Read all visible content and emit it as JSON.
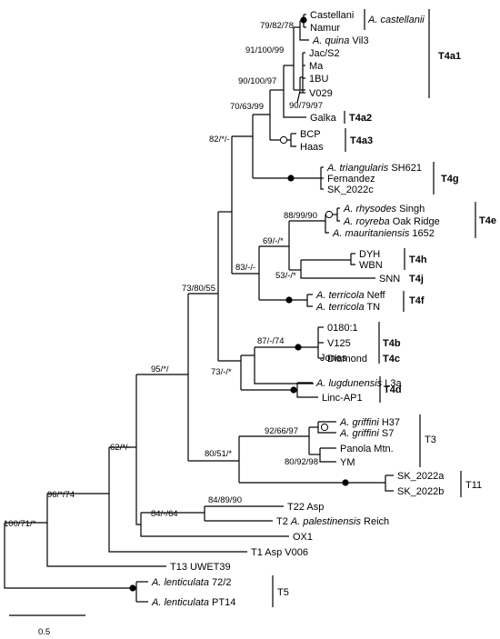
{
  "tips": [
    {
      "id": "castellani",
      "label": "Castellani"
    },
    {
      "id": "namur",
      "label": "Namur"
    },
    {
      "id": "aquina",
      "italic": "A. quina",
      "rest": " Vil3"
    },
    {
      "id": "jac",
      "label": "Jac/S2"
    },
    {
      "id": "ma",
      "label": "Ma"
    },
    {
      "id": "1bu",
      "label": "1BU"
    },
    {
      "id": "v029",
      "label": "V029"
    },
    {
      "id": "galka",
      "label": "Galka"
    },
    {
      "id": "bcp",
      "label": "BCP"
    },
    {
      "id": "haas",
      "label": "Haas"
    },
    {
      "id": "tri",
      "italic": "A. triangularis",
      "rest": " SH621"
    },
    {
      "id": "fern",
      "label": "Fernandez"
    },
    {
      "id": "sk22c",
      "label": "SK_2022c"
    },
    {
      "id": "rhy",
      "italic": "A. rhysodes",
      "rest": " Singh"
    },
    {
      "id": "roy",
      "italic": "A. royreba",
      "rest": " Oak Ridge"
    },
    {
      "id": "maur",
      "italic": "A. mauritaniensis",
      "rest": " 1652"
    },
    {
      "id": "dyh",
      "label": "DYH"
    },
    {
      "id": "wbn",
      "label": "WBN"
    },
    {
      "id": "snn",
      "label": "SNN"
    },
    {
      "id": "terN",
      "italic": "A. terricola",
      "rest": " Neff"
    },
    {
      "id": "terT",
      "italic": "A. terricola",
      "rest": " TN"
    },
    {
      "id": "o180",
      "label": "0180:1"
    },
    {
      "id": "v125",
      "label": "V125"
    },
    {
      "id": "diam",
      "label": "Diamond"
    },
    {
      "id": "jones",
      "label": "Jones"
    },
    {
      "id": "lug",
      "italic": "A. lugdunensis",
      "rest": " L3a"
    },
    {
      "id": "linc",
      "label": "Linc-AP1"
    },
    {
      "id": "grH",
      "italic": "A. griffini",
      "rest": " H37"
    },
    {
      "id": "grS",
      "italic": "A. griffini",
      "rest": " S7"
    },
    {
      "id": "pan",
      "label": "Panola Mtn."
    },
    {
      "id": "ym",
      "label": "YM"
    },
    {
      "id": "sk22a",
      "label": "SK_2022a"
    },
    {
      "id": "sk22b",
      "label": "SK_2022b"
    },
    {
      "id": "t22",
      "label": "T22 Asp"
    },
    {
      "id": "t2",
      "pre": "T2 ",
      "italic": "A. palestinensis",
      "rest": " Reich"
    },
    {
      "id": "ox1",
      "label": "OX1"
    },
    {
      "id": "t1",
      "label": "T1 Asp V006"
    },
    {
      "id": "t13",
      "label": "T13 UWET39"
    },
    {
      "id": "lent72",
      "italic": "A. lenticulata",
      "rest": " 72/2"
    },
    {
      "id": "lentPT",
      "italic": "A. lenticulata",
      "rest": " PT14"
    }
  ],
  "support": [
    {
      "id": "s_root",
      "text": "100/71/*"
    },
    {
      "id": "s_t13",
      "text": "96/*/74"
    },
    {
      "id": "s_t1",
      "text": "62/*/-"
    },
    {
      "id": "s_core",
      "text": "95/*/"
    },
    {
      "id": "s_t4",
      "text": "73/80/55"
    },
    {
      "id": "s_82",
      "text": "82/*/-"
    },
    {
      "id": "s_70",
      "text": "70/63/99"
    },
    {
      "id": "s_90",
      "text": "90/100/97"
    },
    {
      "id": "s_91",
      "text": "91/100/99"
    },
    {
      "id": "s_79",
      "text": "79/82/78"
    },
    {
      "id": "s_9079",
      "text": "90/79/97"
    },
    {
      "id": "s_83",
      "text": "83/-/-"
    },
    {
      "id": "s_69",
      "text": "69/-/*"
    },
    {
      "id": "s_88",
      "text": "88/99/90"
    },
    {
      "id": "s_53",
      "text": "53/-/*"
    },
    {
      "id": "s_73b",
      "text": "73/-/*"
    },
    {
      "id": "s_87",
      "text": "87/-/74"
    },
    {
      "id": "s_80",
      "text": "80/51/*"
    },
    {
      "id": "s_92",
      "text": "92/66/97"
    },
    {
      "id": "s_8092",
      "text": "80/92/98"
    },
    {
      "id": "s_84a",
      "text": "84/-/64"
    },
    {
      "id": "s_84b",
      "text": "84/89/90"
    }
  ],
  "clades": [
    {
      "id": "c_cast",
      "italic": "A. castellanii"
    },
    {
      "id": "c_t4a1",
      "label": "T4a1",
      "bold": true
    },
    {
      "id": "c_t4a2",
      "label": "T4a2",
      "bold": true
    },
    {
      "id": "c_t4a3",
      "label": "T4a3",
      "bold": true
    },
    {
      "id": "c_t4g",
      "label": "T4g",
      "bold": true
    },
    {
      "id": "c_t4e",
      "label": "T4e",
      "bold": true
    },
    {
      "id": "c_t4h",
      "label": "T4h",
      "bold": true
    },
    {
      "id": "c_t4j",
      "label": "T4j",
      "bold": true
    },
    {
      "id": "c_t4f",
      "label": "T4f",
      "bold": true
    },
    {
      "id": "c_t4b",
      "label": "T4b",
      "bold": true
    },
    {
      "id": "c_t4c",
      "label": "T4c",
      "bold": true
    },
    {
      "id": "c_t4d",
      "label": "T4d",
      "bold": true
    },
    {
      "id": "c_t3",
      "label": "T3",
      "bold": false
    },
    {
      "id": "c_t11",
      "label": "T11",
      "bold": false
    },
    {
      "id": "c_t5",
      "label": "T5",
      "bold": false
    }
  ],
  "scale_label": "0.5"
}
